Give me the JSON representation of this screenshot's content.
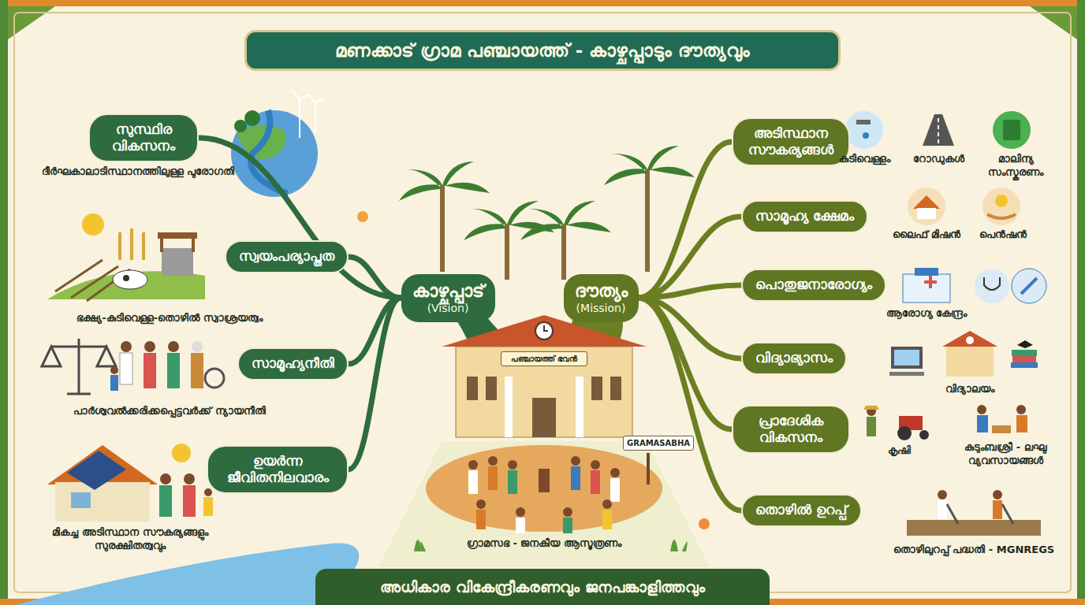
{
  "diagram": {
    "title": "മണക്കാട് ഗ്രാമ പഞ്ചായത്ത് - കാഴ്ചപ്പാടും ദൗത്യവും",
    "caption": "അധികാര വികേന്ദ്രീകരണവും ജനപങ്കാളിത്തവും",
    "nodes": [
      {
        "text": [
          "കാഴ്ചപ്പാട്",
          "(Vision)"
        ]
      },
      {
        "text": [
          "ദൗത്യം",
          "(Mission)"
        ]
      },
      {
        "text": [
          "സുസ്ഥിര വികസനം"
        ]
      },
      {
        "text": [
          "സ്വയംപര്യാപ്തത"
        ]
      },
      {
        "text": [
          "സാമൂഹ്യനീതി"
        ]
      },
      {
        "text": [
          "ഉയർന്ന ജീവിതനിലവാരം"
        ]
      },
      {
        "text": [
          "അടിസ്ഥാന സൗകര്യങ്ങൾ"
        ]
      },
      {
        "text": [
          "സാമൂഹ്യ ക്ഷേമം"
        ]
      },
      {
        "text": [
          "പൊതുജനാരോഗ്യം"
        ]
      },
      {
        "text": [
          "വിദ്യാഭ്യാസം"
        ]
      },
      {
        "text": [
          "പ്രാദേശിക വികസനം"
        ]
      },
      {
        "text": [
          "തൊഴിൽ ഉറപ്പ്"
        ]
      }
    ],
    "edges": [
      {
        "from": 0,
        "to": 2,
        "arrow": "none"
      },
      {
        "from": 0,
        "to": 3,
        "arrow": "none"
      },
      {
        "from": 0,
        "to": 4,
        "arrow": "none"
      },
      {
        "from": 0,
        "to": 5,
        "arrow": "none"
      },
      {
        "from": 1,
        "to": 6,
        "arrow": "none"
      },
      {
        "from": 1,
        "to": 7,
        "arrow": "none"
      },
      {
        "from": 1,
        "to": 8,
        "arrow": "none"
      },
      {
        "from": 1,
        "to": 9,
        "arrow": "none"
      },
      {
        "from": 1,
        "to": 10,
        "arrow": "none"
      },
      {
        "from": 1,
        "to": 11,
        "arrow": "none"
      }
    ],
    "labels": [
      "ദീർഘകാലാടിസ്ഥാനത്തിലുള്ള പുരോഗതി",
      "ഭക്ഷ്യ-കുടിവെള്ള-തൊഴിൽ സ്വാശ്രയത്വം",
      "പാർശ്വവൽക്കരിക്കപ്പെട്ടവർക്ക് ന്യായനീതി",
      "മികച്ച അടിസ്ഥാന സൗകര്യങ്ങളും സുരക്ഷിതത്വവും",
      "കുടിവെള്ളം",
      "റോഡുകൾ",
      "മാലിന്യ സംസ്കരണം",
      "ലൈഫ് മിഷൻ",
      "പെൻഷൻ",
      "ആരോഗ്യ കേന്ദ്രം",
      "വിദ്യാലയം",
      "കൃഷി",
      "കുടുംബശ്രീ - ലഘു വ്യവസായങ്ങൾ",
      "തൊഴിലുറപ്പ് പദ്ധതി - MGNREGS",
      "പഞ്ചായത്ത് ഭവൻ",
      "GRAMASABHA",
      "ഗ്രാമസഭ - ജനകീയ ആസൂത്രണം"
    ]
  }
}
